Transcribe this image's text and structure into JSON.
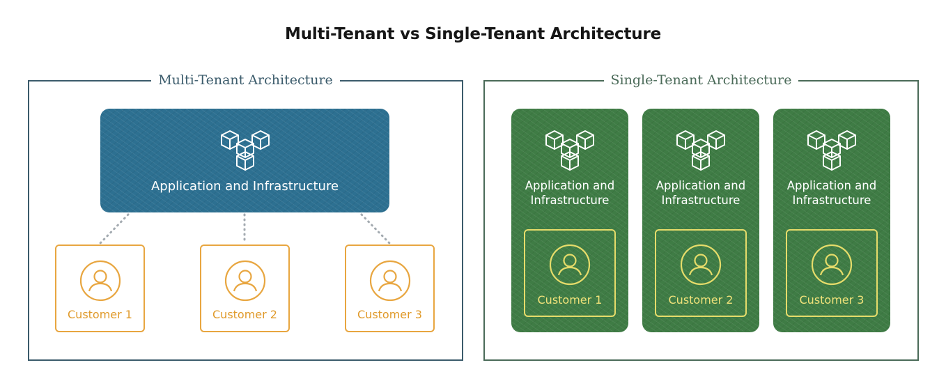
{
  "title": "Multi-Tenant vs Single-Tenant Architecture",
  "multi_tenant": {
    "label": "Multi-Tenant Architecture",
    "app_label": "Application and Infrastructure",
    "customers": [
      "Customer 1",
      "Customer 2",
      "Customer 3"
    ]
  },
  "single_tenant": {
    "label": "Single-Tenant Architecture",
    "stacks": [
      {
        "app_line1": "Application and",
        "app_line2": "Infrastructure",
        "customer": "Customer 1"
      },
      {
        "app_line1": "Application and",
        "app_line2": "Infrastructure",
        "customer": "Customer 2"
      },
      {
        "app_line1": "Application and",
        "app_line2": "Infrastructure",
        "customer": "Customer 3"
      }
    ]
  },
  "icons": {
    "app": "cubes-icon",
    "customer": "user-icon"
  },
  "colors": {
    "multi_app_bg": "#2d7091",
    "single_app_bg": "#3f7c45",
    "multi_customer": "#e8a640",
    "single_customer": "#e6dc6a",
    "multi_border": "#3b5b6b",
    "single_border": "#4a6a58"
  }
}
